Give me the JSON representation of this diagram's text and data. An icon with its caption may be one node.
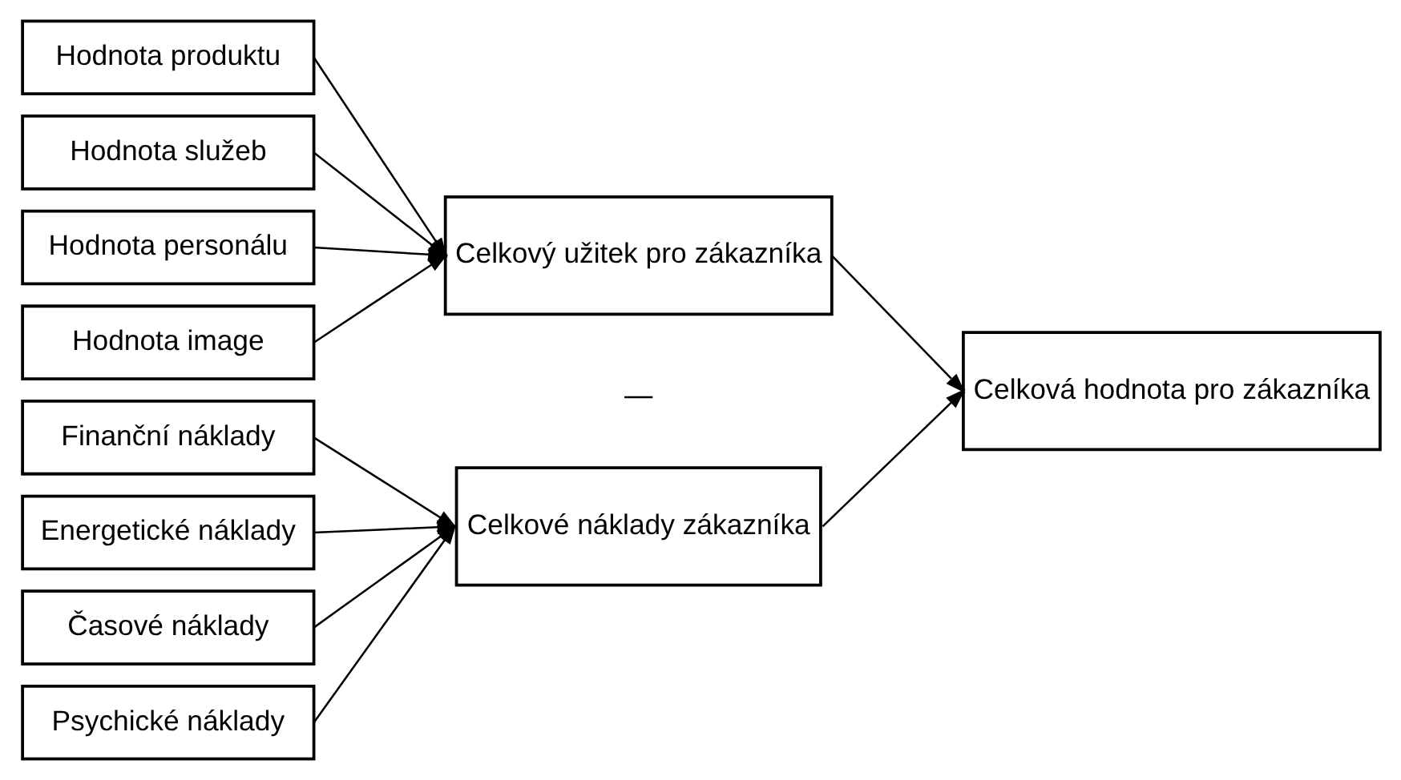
{
  "diagram": {
    "nodes": [
      {
        "text": [
          "Hodnota produktu"
        ]
      },
      {
        "text": [
          "Hodnota služeb"
        ]
      },
      {
        "text": [
          "Hodnota personálu"
        ]
      },
      {
        "text": [
          "Hodnota image"
        ]
      },
      {
        "text": [
          "Celkový užitek pro zákazníka"
        ]
      },
      {
        "text": [
          "Finanční náklady"
        ]
      },
      {
        "text": [
          "Energetické náklady"
        ]
      },
      {
        "text": [
          "Časové náklady"
        ]
      },
      {
        "text": [
          "Psychické náklady"
        ]
      },
      {
        "text": [
          "Celkové náklady zákazníka"
        ]
      },
      {
        "text": [
          "Celková hodnota pro zákazníka"
        ]
      }
    ],
    "edges": [
      {
        "from": 0,
        "to": 4,
        "arrow": "to"
      },
      {
        "from": 1,
        "to": 4,
        "arrow": "to"
      },
      {
        "from": 2,
        "to": 4,
        "arrow": "to"
      },
      {
        "from": 3,
        "to": 4,
        "arrow": "to"
      },
      {
        "from": 5,
        "to": 9,
        "arrow": "to"
      },
      {
        "from": 6,
        "to": 9,
        "arrow": "to"
      },
      {
        "from": 7,
        "to": 9,
        "arrow": "to"
      },
      {
        "from": 8,
        "to": 9,
        "arrow": "to"
      },
      {
        "from": 4,
        "to": 10,
        "arrow": "to"
      },
      {
        "from": 9,
        "to": 10,
        "arrow": "to"
      }
    ],
    "labels": [
      "—"
    ]
  }
}
